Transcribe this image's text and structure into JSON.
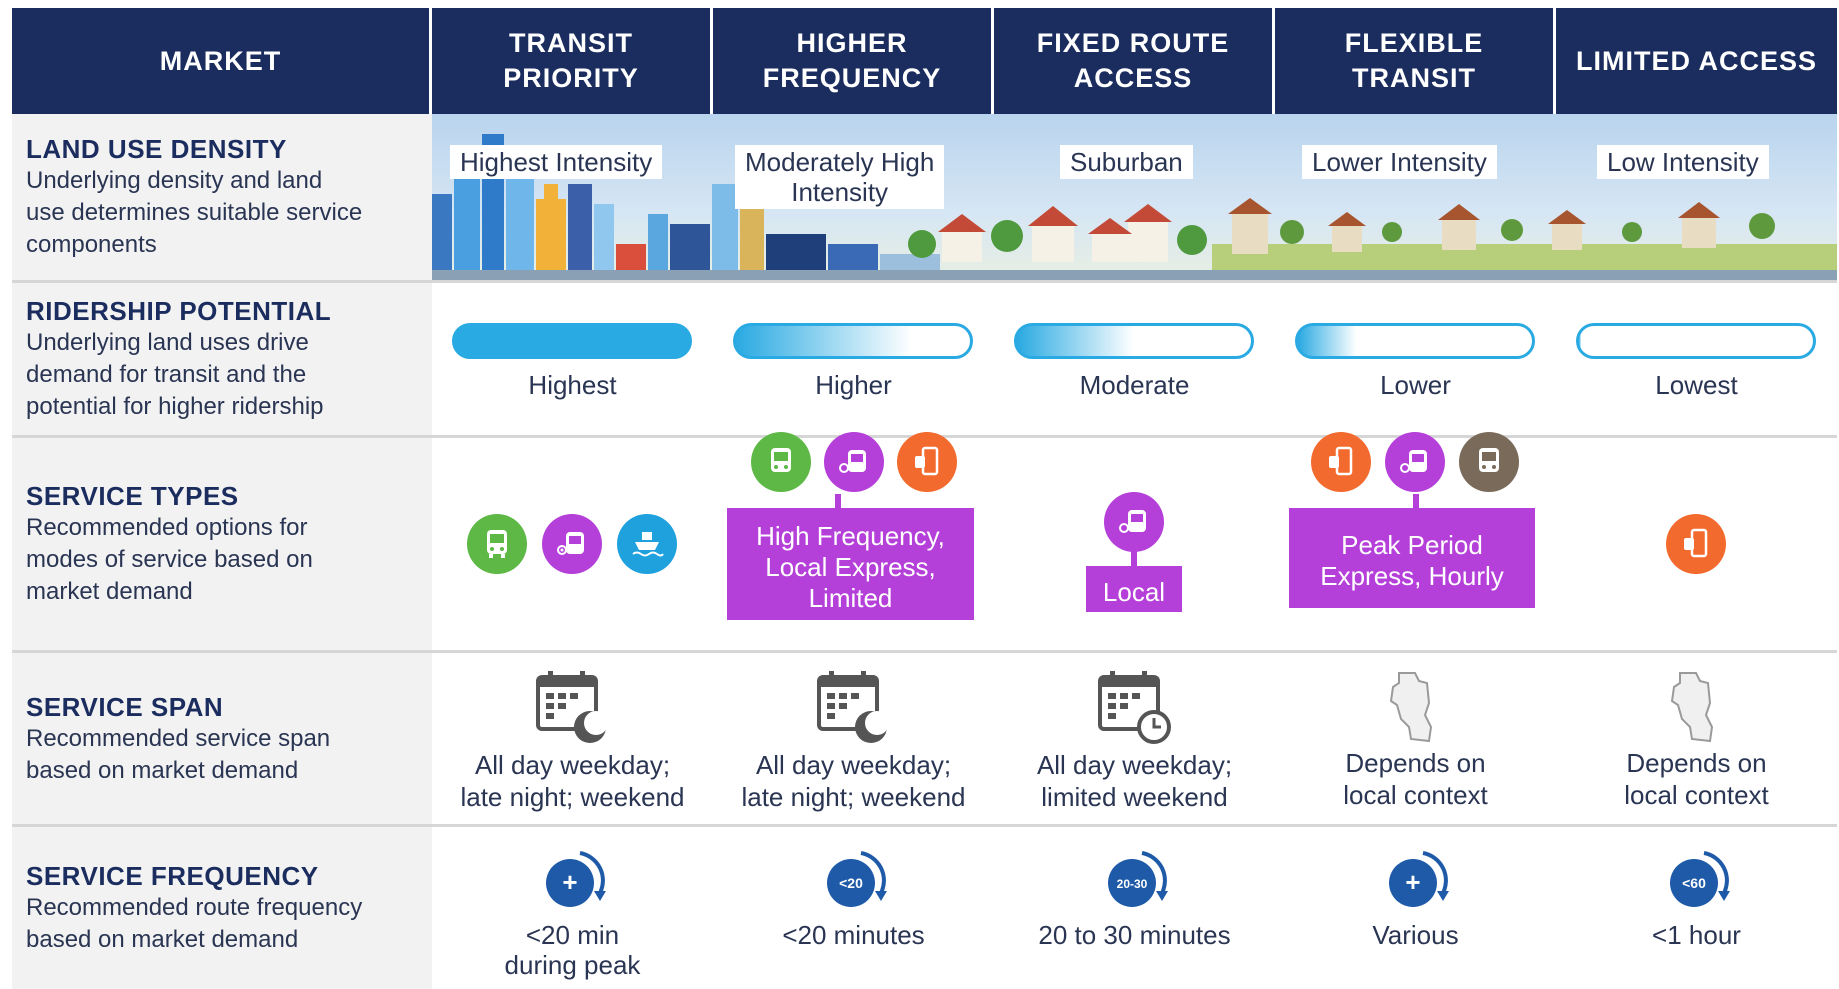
{
  "header": {
    "market": "MARKET",
    "columns": [
      {
        "line1": "TRANSIT",
        "line2": "PRIORITY"
      },
      {
        "line1": "HIGHER",
        "line2": "FREQUENCY"
      },
      {
        "line1": "FIXED ROUTE",
        "line2": "ACCESS"
      },
      {
        "line1": "FLEXIBLE",
        "line2": "TRANSIT"
      },
      {
        "line1": "LIMITED ACCESS",
        "line2": ""
      }
    ]
  },
  "rows": {
    "land_use": {
      "title": "LAND USE DENSITY",
      "desc_lines": [
        "Underlying density and land",
        "use determines suitable service",
        "components"
      ],
      "values": [
        {
          "line1": "Highest Intensity",
          "line2": ""
        },
        {
          "line1": "Moderately High",
          "line2": "Intensity"
        },
        {
          "line1": "Suburban",
          "line2": ""
        },
        {
          "line1": "Lower Intensity",
          "line2": ""
        },
        {
          "line1": "Low Intensity",
          "line2": ""
        }
      ]
    },
    "ridership": {
      "title": "RIDERSHIP POTENTIAL",
      "desc_lines": [
        "Underlying land uses drive",
        "demand for transit and the",
        "potential for higher ridership"
      ],
      "values": [
        "Highest",
        "Higher",
        "Moderate",
        "Lower",
        "Lowest"
      ],
      "levels": [
        1.0,
        0.75,
        0.5,
        0.25,
        0.0
      ]
    },
    "service_types": {
      "title": "SERVICE TYPES",
      "desc_lines": [
        "Recommended options for",
        "modes of service based on",
        "market demand"
      ],
      "icons": [
        [
          "bus-icon",
          "on-demand-bus-icon",
          "ferry-icon"
        ],
        [
          "bus-icon",
          "on-demand-bus-icon",
          "mobile-app-icon"
        ],
        [
          "on-demand-bus-icon"
        ],
        [
          "mobile-app-icon",
          "on-demand-bus-icon",
          "school-bus-icon"
        ],
        [
          "mobile-app-icon"
        ]
      ],
      "labels": [
        {
          "lines": []
        },
        {
          "lines": [
            "High Frequency,",
            "Local Express,",
            "Limited"
          ]
        },
        {
          "lines": [
            "Local"
          ]
        },
        {
          "lines": [
            "Peak Period",
            "Express, Hourly"
          ]
        },
        {
          "lines": []
        }
      ],
      "colors": {
        "green": "#5db845",
        "purple": "#b53fd9",
        "blue": "#1fa1dd",
        "orange": "#f26a2e",
        "brown": "#7a6a5a"
      }
    },
    "service_span": {
      "title": "SERVICE SPAN",
      "desc_lines": [
        "Recommended service span",
        "based on market demand"
      ],
      "icons": [
        "calendar-moon-icon",
        "calendar-moon-icon",
        "calendar-clock-icon",
        "region-map-icon",
        "region-map-icon"
      ],
      "values": [
        {
          "line1": "All day weekday;",
          "line2": "late night; weekend"
        },
        {
          "line1": "All day weekday;",
          "line2": "late night; weekend"
        },
        {
          "line1": "All day weekday;",
          "line2": "limited weekend"
        },
        {
          "line1": "Depends on",
          "line2": "local context"
        },
        {
          "line1": "Depends on",
          "line2": "local context"
        }
      ]
    },
    "service_frequency": {
      "title": "SERVICE FREQUENCY",
      "desc_lines": [
        "Recommended route frequency",
        "based on market demand"
      ],
      "badges": [
        "+",
        "<20",
        "20-30",
        "+",
        "<60"
      ],
      "values": [
        {
          "line1": "<20 min",
          "line2": "during peak"
        },
        {
          "line1": "<20 minutes",
          "line2": ""
        },
        {
          "line1": "20 to 30 minutes",
          "line2": ""
        },
        {
          "line1": "Various",
          "line2": ""
        },
        {
          "line1": "<1 hour",
          "line2": ""
        }
      ]
    }
  },
  "colors": {
    "navy": "#1b2c5e",
    "cyan": "#2aaae2",
    "label_bg": "#f2f2f2"
  }
}
